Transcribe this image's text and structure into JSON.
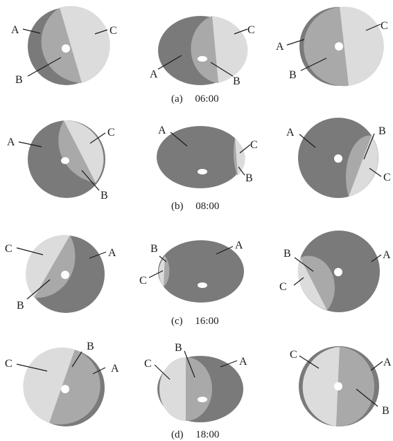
{
  "colors": {
    "region_a": "#7a7a7a",
    "region_b": "#a9a9a9",
    "region_c": "#dcdcdc",
    "center": "#ffffff",
    "line": "#1a1a1a"
  },
  "labels": {
    "a": "A",
    "b": "B",
    "c": "C"
  },
  "rows": [
    {
      "letter": "(a)",
      "time": "06:00"
    },
    {
      "letter": "(b)",
      "time": "08:00"
    },
    {
      "letter": "(c)",
      "time": "16:00"
    },
    {
      "letter": "(d)",
      "time": "18:00"
    }
  ]
}
